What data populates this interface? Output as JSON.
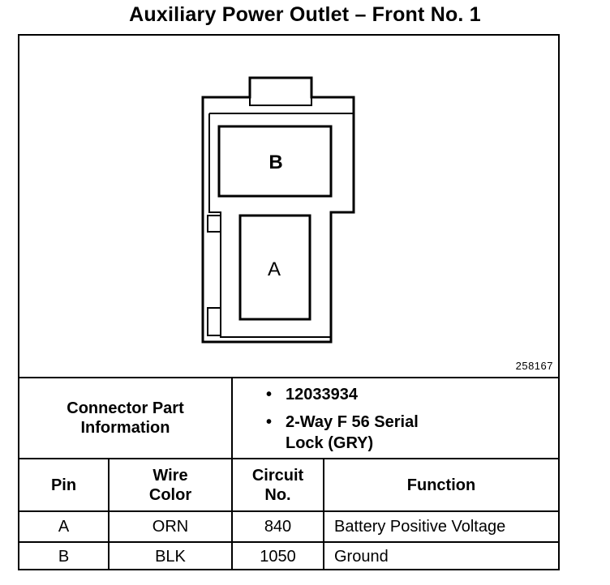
{
  "title": "Auxiliary Power Outlet – Front No. 1",
  "diagram": {
    "cavity_upper_label": "B",
    "cavity_lower_label": "A",
    "reference_number": "258167"
  },
  "connector_info": {
    "label_line1": "Connector Part",
    "label_line2": "Information",
    "items": [
      {
        "lines": [
          "12033934"
        ]
      },
      {
        "lines": [
          "2-Way F 56 Serial",
          "Lock (GRY)"
        ]
      }
    ]
  },
  "table": {
    "headers": {
      "pin": "Pin",
      "wire_color_1": "Wire",
      "wire_color_2": "Color",
      "circuit_1": "Circuit",
      "circuit_2": "No.",
      "function": "Function"
    },
    "rows": [
      {
        "pin": "A",
        "wire_color": "ORN",
        "circuit": "840",
        "function": "Battery Positive Voltage"
      },
      {
        "pin": "B",
        "wire_color": "BLK",
        "circuit": "1050",
        "function": "Ground"
      }
    ]
  }
}
